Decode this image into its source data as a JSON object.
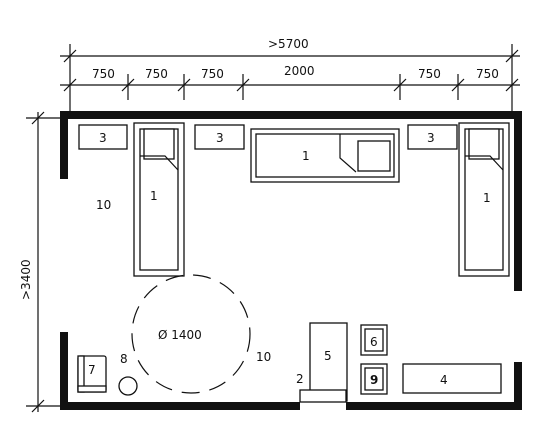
{
  "dimensions": {
    "overall_width": ">5700",
    "overall_height": ">3400",
    "segments": [
      "750",
      "750",
      "750",
      "2000",
      "750",
      "750"
    ]
  },
  "labels": {
    "bed": "1",
    "bedside_cabinet": "3",
    "door_label": "2",
    "wardrobe": "5",
    "item_6": "6",
    "item_9": "9",
    "item_4": "4",
    "chair": "7",
    "table": "8",
    "area_10": "10",
    "turning_circle": "Ø 1400"
  }
}
